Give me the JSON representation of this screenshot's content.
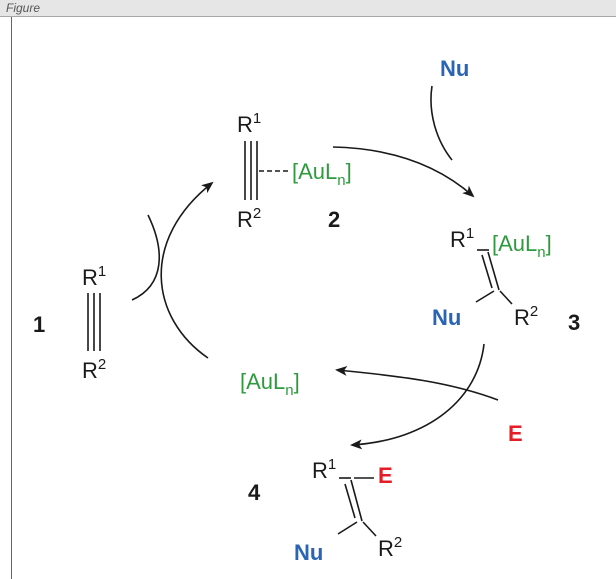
{
  "header": {
    "caption": "Figure"
  },
  "species": {
    "c1": {
      "number": "1",
      "r_top": "R",
      "r_top_sup": "1",
      "r_bot": "R",
      "r_bot_sup": "2"
    },
    "c2": {
      "number": "2",
      "r_top": "R",
      "r_top_sup": "1",
      "r_bot": "R",
      "r_bot_sup": "2",
      "metal": "[AuL",
      "metal_sub": "n",
      "metal_close": "]"
    },
    "c3": {
      "number": "3",
      "r_top": "R",
      "r_top_sup": "1",
      "r_bot": "R",
      "r_bot_sup": "2",
      "metal": "[AuL",
      "metal_sub": "n",
      "metal_close": "]",
      "nu": "Nu"
    },
    "c4": {
      "number": "4",
      "r_top": "R",
      "r_top_sup": "1",
      "r_bot": "R",
      "r_bot_sup": "2",
      "e": "E",
      "nu": "Nu"
    }
  },
  "reagents": {
    "nucleophile": "Nu",
    "electrophile": "E",
    "catalyst": "[AuL",
    "catalyst_sub": "n",
    "catalyst_close": "]"
  },
  "colors": {
    "metal": "#2f9a3f",
    "nucleophile": "#2a64b5",
    "electrophile": "#e41e26",
    "ink": "#1a1a1a"
  }
}
